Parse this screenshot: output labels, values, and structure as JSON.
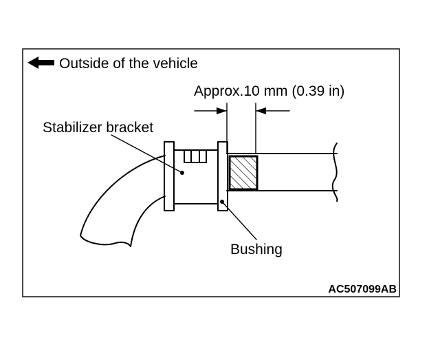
{
  "labels": {
    "direction": "Outside of the vehicle",
    "dimension": "Approx.10 mm (0.39 in)",
    "bracket": "Stabilizer bracket",
    "bushing": "Bushing",
    "code": "AC507099AB"
  },
  "colors": {
    "ink": "#000000",
    "background": "#ffffff"
  },
  "icons": {
    "direction_arrow": "arrow-left-icon"
  }
}
